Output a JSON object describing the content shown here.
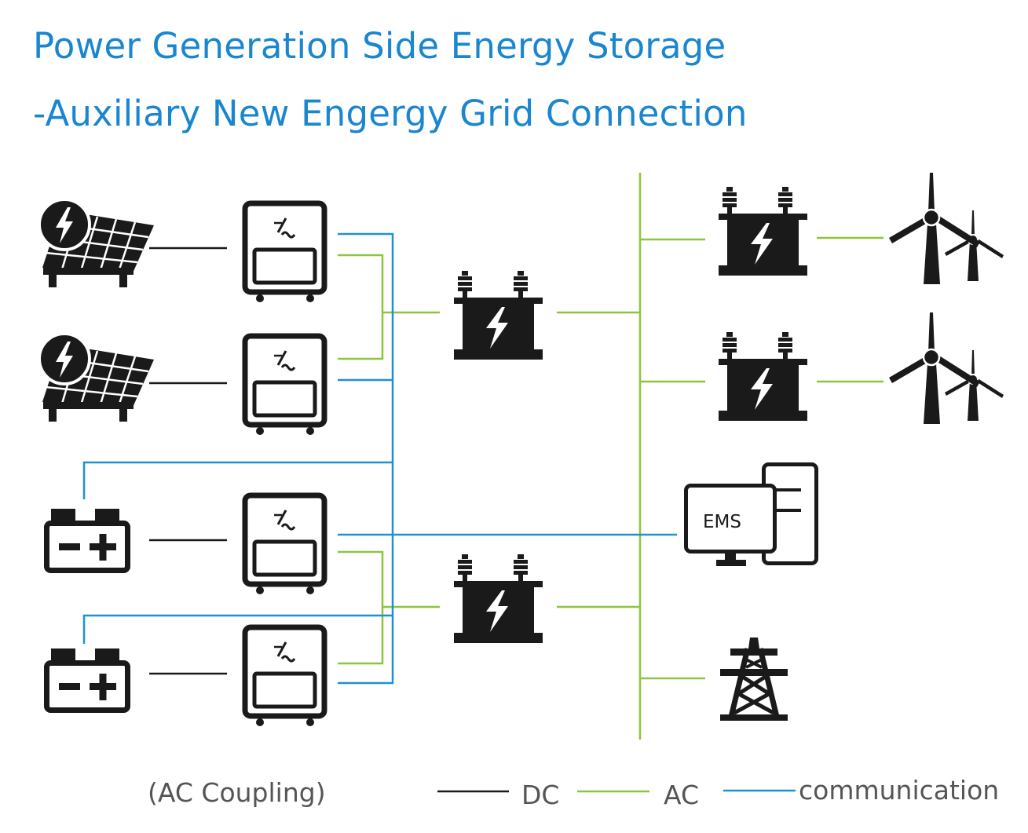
{
  "title": {
    "line1": "Power Generation Side Energy Storage",
    "line2": "-Auxiliary New Engergy Grid Connection"
  },
  "ems": {
    "label": "EMS"
  },
  "legend": {
    "note": "(AC Coupling)",
    "dc": "DC",
    "ac": "AC",
    "communication": "communication"
  },
  "colors": {
    "dc_line": "#1a1a1a",
    "ac_line": "#8cc63f",
    "communication_line": "#1e90d6",
    "title": "#1a86cf",
    "icon": "#1a1a1a"
  },
  "icons": {
    "solar": "solar-panel-icon",
    "battery": "battery-icon",
    "inverter": "inverter-icon",
    "transformer": "transformer-icon",
    "wind": "wind-turbine-icon",
    "ems": "ems-computer-icon",
    "grid": "transmission-tower-icon"
  }
}
